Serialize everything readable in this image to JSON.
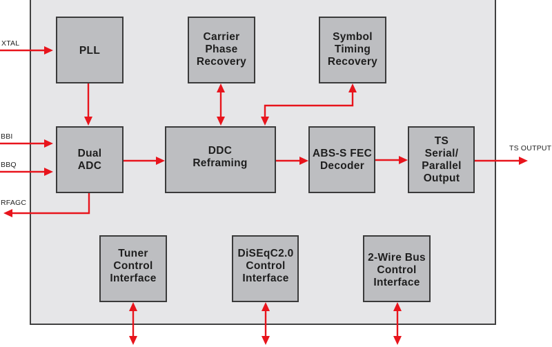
{
  "diagram": {
    "accent_color": "#e8141c",
    "block_color": "#bdbec1",
    "chip_color": "#e6e6e8",
    "blocks": {
      "pll": {
        "lines": [
          "PLL"
        ]
      },
      "dual_adc": {
        "lines": [
          "Dual",
          "ADC"
        ]
      },
      "carrier_phase_recovery": {
        "lines": [
          "Carrier",
          "Phase",
          "Recovery"
        ]
      },
      "symbol_timing_recovery": {
        "lines": [
          "Symbol",
          "Timing",
          "Recovery"
        ]
      },
      "ddc_reframing": {
        "lines": [
          "DDC",
          "Reframing"
        ]
      },
      "abs_s_fec_decoder": {
        "lines": [
          "ABS-S FEC",
          "Decoder"
        ]
      },
      "ts_output_block": {
        "lines": [
          "TS",
          "Serial/",
          "Parallel",
          "Output"
        ]
      },
      "tuner_control": {
        "lines": [
          "Tuner",
          "Control",
          "Interface"
        ]
      },
      "diseqc_control": {
        "lines": [
          "DiSEqC2.0",
          "Control",
          "Interface"
        ]
      },
      "two_wire_control": {
        "lines": [
          "2-Wire Bus",
          "Control",
          "Interface"
        ]
      }
    },
    "pins": {
      "xtal": "XTAL",
      "bbi": "BBI",
      "bbq": "BBQ",
      "rfagc": "RFAGC",
      "ts_output": "TS OUTPUT"
    },
    "connections": [
      {
        "from": "XTAL",
        "to": "PLL",
        "direction": "one-way"
      },
      {
        "from": "PLL",
        "to": "Dual ADC",
        "direction": "one-way"
      },
      {
        "from": "BBI",
        "to": "Dual ADC",
        "direction": "one-way"
      },
      {
        "from": "BBQ",
        "to": "Dual ADC",
        "direction": "one-way"
      },
      {
        "from": "Dual ADC",
        "to": "RFAGC",
        "direction": "one-way"
      },
      {
        "from": "Dual ADC",
        "to": "DDC Reframing",
        "direction": "one-way"
      },
      {
        "from": "Carrier Phase Recovery",
        "to": "DDC Reframing",
        "direction": "bidirectional"
      },
      {
        "from": "Symbol Timing Recovery",
        "to": "DDC Reframing",
        "direction": "bidirectional"
      },
      {
        "from": "DDC Reframing",
        "to": "ABS-S FEC Decoder",
        "direction": "one-way"
      },
      {
        "from": "ABS-S FEC Decoder",
        "to": "TS Serial/Parallel Output",
        "direction": "one-way"
      },
      {
        "from": "TS Serial/Parallel Output",
        "to": "TS OUTPUT",
        "direction": "one-way"
      },
      {
        "from": "Tuner Control Interface",
        "to": "external",
        "direction": "bidirectional"
      },
      {
        "from": "DiSEqC2.0 Control Interface",
        "to": "external",
        "direction": "bidirectional"
      },
      {
        "from": "2-Wire Bus Control Interface",
        "to": "external",
        "direction": "bidirectional"
      }
    ]
  }
}
